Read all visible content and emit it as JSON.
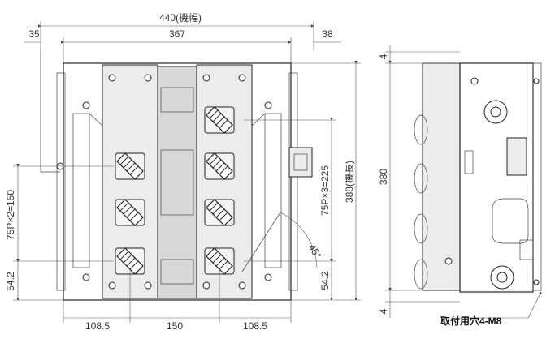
{
  "dimensions": {
    "overall_width": "440(機幅)",
    "left_offset": "35",
    "inner_width": "367",
    "right_offset": "38",
    "pitch_vertical_left": "75P×2=150",
    "bottom_left": "54.2",
    "bottom_right": "54.2",
    "pitch_vertical_right": "75P×3=225",
    "overall_length": "388(機長)",
    "bottom_1": "108.5",
    "bottom_2": "150",
    "bottom_3": "108.5",
    "angle": "45°",
    "side_height": "380",
    "side_top_gap": "4",
    "side_bottom_gap": "4"
  },
  "notes": {
    "mount_holes": "取付用穴4-M8"
  }
}
